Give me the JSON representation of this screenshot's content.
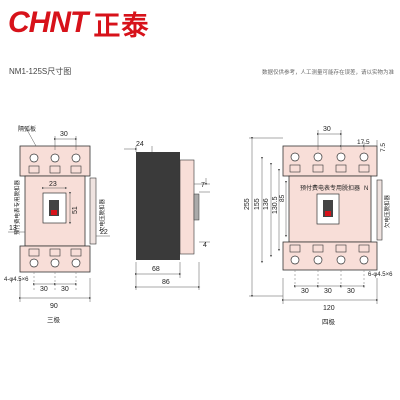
{
  "header": {
    "brand_latin": "CHNT",
    "brand_cjk": "正泰",
    "brand_color": "#d7121a",
    "model_caption": "NM1-125S尺寸图",
    "notice": "数据仅供参考，人工测量可能存在误差，请以实物为准"
  },
  "colors": {
    "body_fill": "#f8ded8",
    "outline": "#333333",
    "dim_line": "#555555",
    "side_fill": "#3a3a3a"
  },
  "three_pole": {
    "caption": "三极",
    "label_cover": "隔弧板",
    "label_vertical_left": "预付费电表专用脱扣器",
    "label_vertical_right": "欠电压脱扣器",
    "dim_top_pitch": "30",
    "dim_handle_width": "23",
    "dim_handle_height": "51",
    "dim_left_offset": "13",
    "dim_right_offset": "22",
    "dim_hole": "4-φ4.5×6",
    "dim_bottom_pitch_1": "30",
    "dim_bottom_pitch_2": "30",
    "dim_overall_width": "90"
  },
  "side_view": {
    "dim_top": "24",
    "dim_handle_height": "7",
    "dim_handle_base": "4",
    "dim_body_depth": "68",
    "dim_overall_depth": "86"
  },
  "four_pole": {
    "caption": "四极",
    "label_vertical_left": "预付费电表专用脱扣器",
    "label_vertical_right": "欠电压脱扣器",
    "label_neutral": "N",
    "dim_top_pitch": "30",
    "dim_top_offset": "17.5",
    "dim_right_small": "7.5",
    "height_dims": [
      "255",
      "155",
      "136",
      "130.5",
      "85"
    ],
    "dim_hole": "6-φ4.5×6",
    "bottom_pitches": [
      "30",
      "30",
      "30"
    ],
    "dim_overall_width": "120"
  }
}
